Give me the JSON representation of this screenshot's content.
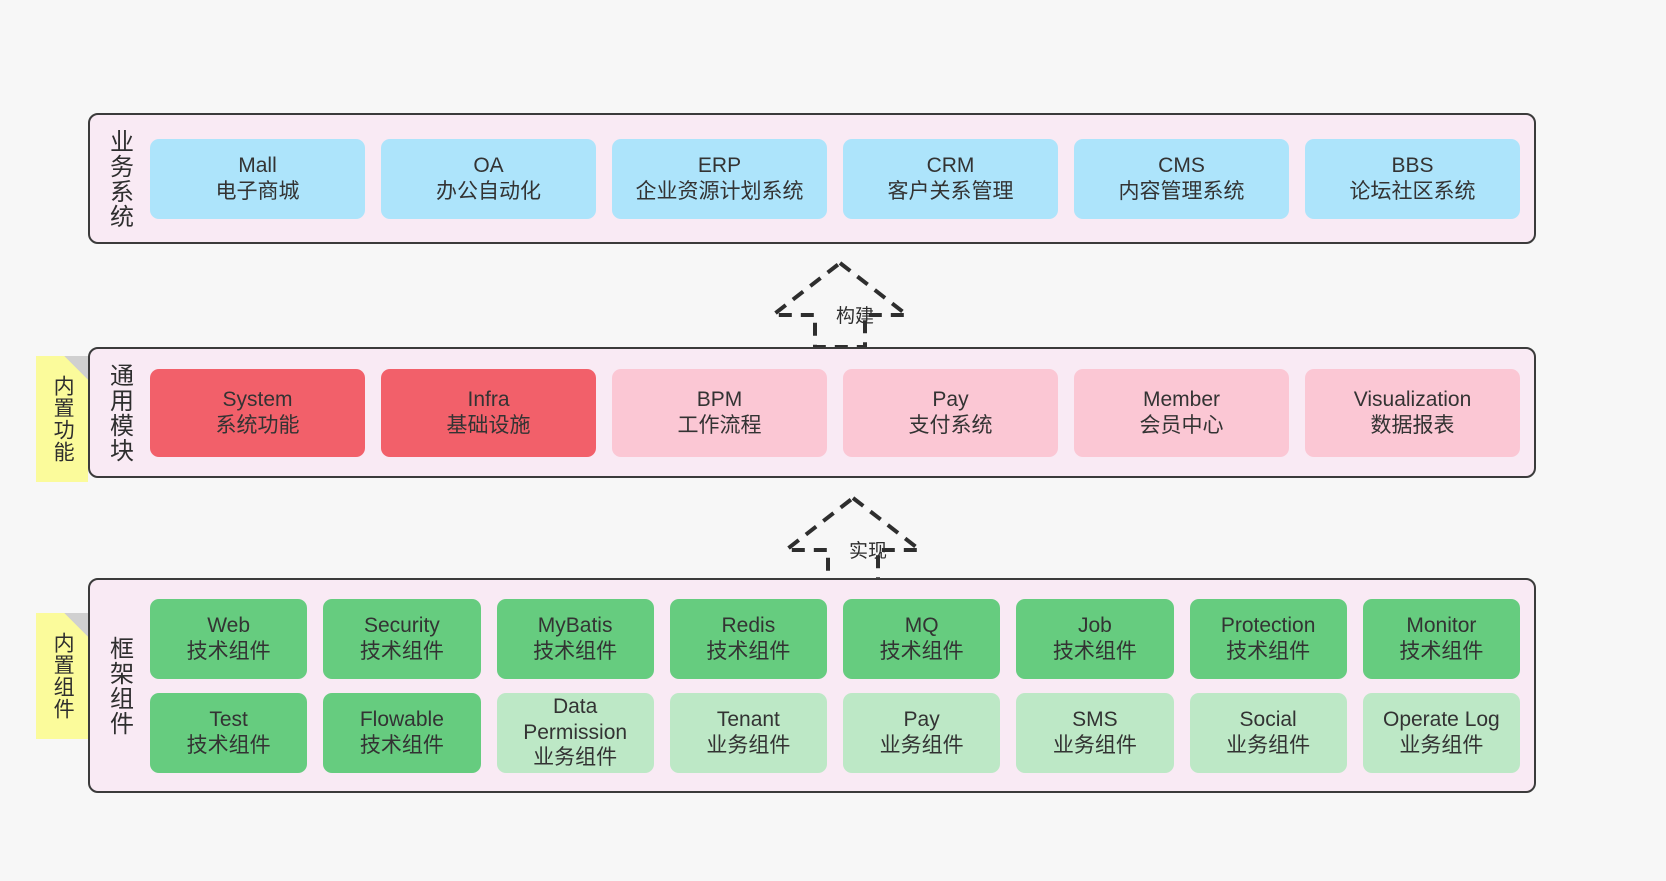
{
  "diagram": {
    "title": "yudao framework architecture",
    "colors": {
      "canvas_bg": "#f7f7f7",
      "layer_bg": "#f9eaf4",
      "layer_border": "#3b3b3b",
      "business_tile": "#ade4fb",
      "module_core_tile": "#f2606a",
      "module_tile": "#fbc7d4",
      "tech_component_tile": "#66cc7f",
      "biz_component_tile": "#bde8c6",
      "sticky_note": "#fbfb9b",
      "sticky_fold": "#d0d0d0"
    }
  },
  "layers": {
    "business": {
      "title": "业务系统",
      "tiles": [
        {
          "name": "Mall",
          "sub": "电子商城"
        },
        {
          "name": "OA",
          "sub": "办公自动化"
        },
        {
          "name": "ERP",
          "sub": "企业资源计划系统"
        },
        {
          "name": "CRM",
          "sub": "客户关系管理"
        },
        {
          "name": "CMS",
          "sub": "内容管理系统"
        },
        {
          "name": "BBS",
          "sub": "论坛社区系统"
        }
      ]
    },
    "modules": {
      "title": "通用模块",
      "sticky": "内置功能",
      "tiles": [
        {
          "name": "System",
          "sub": "系统功能",
          "color": "c-red"
        },
        {
          "name": "Infra",
          "sub": "基础设施",
          "color": "c-red"
        },
        {
          "name": "BPM",
          "sub": "工作流程",
          "color": "c-pink"
        },
        {
          "name": "Pay",
          "sub": "支付系统",
          "color": "c-pink"
        },
        {
          "name": "Member",
          "sub": "会员中心",
          "color": "c-pink"
        },
        {
          "name": "Visualization",
          "sub": "数据报表",
          "color": "c-pink"
        }
      ]
    },
    "framework": {
      "title": "框架组件",
      "sticky": "内置组件",
      "rows": [
        [
          {
            "name": "Web",
            "sub": "技术组件",
            "color": "c-green"
          },
          {
            "name": "Security",
            "sub": "技术组件",
            "color": "c-green"
          },
          {
            "name": "MyBatis",
            "sub": "技术组件",
            "color": "c-green"
          },
          {
            "name": "Redis",
            "sub": "技术组件",
            "color": "c-green"
          },
          {
            "name": "MQ",
            "sub": "技术组件",
            "color": "c-green"
          },
          {
            "name": "Job",
            "sub": "技术组件",
            "color": "c-green"
          },
          {
            "name": "Protection",
            "sub": "技术组件",
            "color": "c-green"
          },
          {
            "name": "Monitor",
            "sub": "技术组件",
            "color": "c-green"
          }
        ],
        [
          {
            "name": "Test",
            "sub": "技术组件",
            "color": "c-green"
          },
          {
            "name": "Flowable",
            "sub": "技术组件",
            "color": "c-green"
          },
          {
            "name": "Data Permission",
            "sub": "业务组件",
            "color": "c-lightgreen",
            "wrap": true
          },
          {
            "name": "Tenant",
            "sub": "业务组件",
            "color": "c-lightgreen"
          },
          {
            "name": "Pay",
            "sub": "业务组件",
            "color": "c-lightgreen"
          },
          {
            "name": "SMS",
            "sub": "业务组件",
            "color": "c-lightgreen"
          },
          {
            "name": "Social",
            "sub": "业务组件",
            "color": "c-lightgreen"
          },
          {
            "name": "Operate Log",
            "sub": "业务组件",
            "color": "c-lightgreen"
          }
        ]
      ]
    }
  },
  "arrows": [
    {
      "label": "构建"
    },
    {
      "label": "实现"
    }
  ]
}
